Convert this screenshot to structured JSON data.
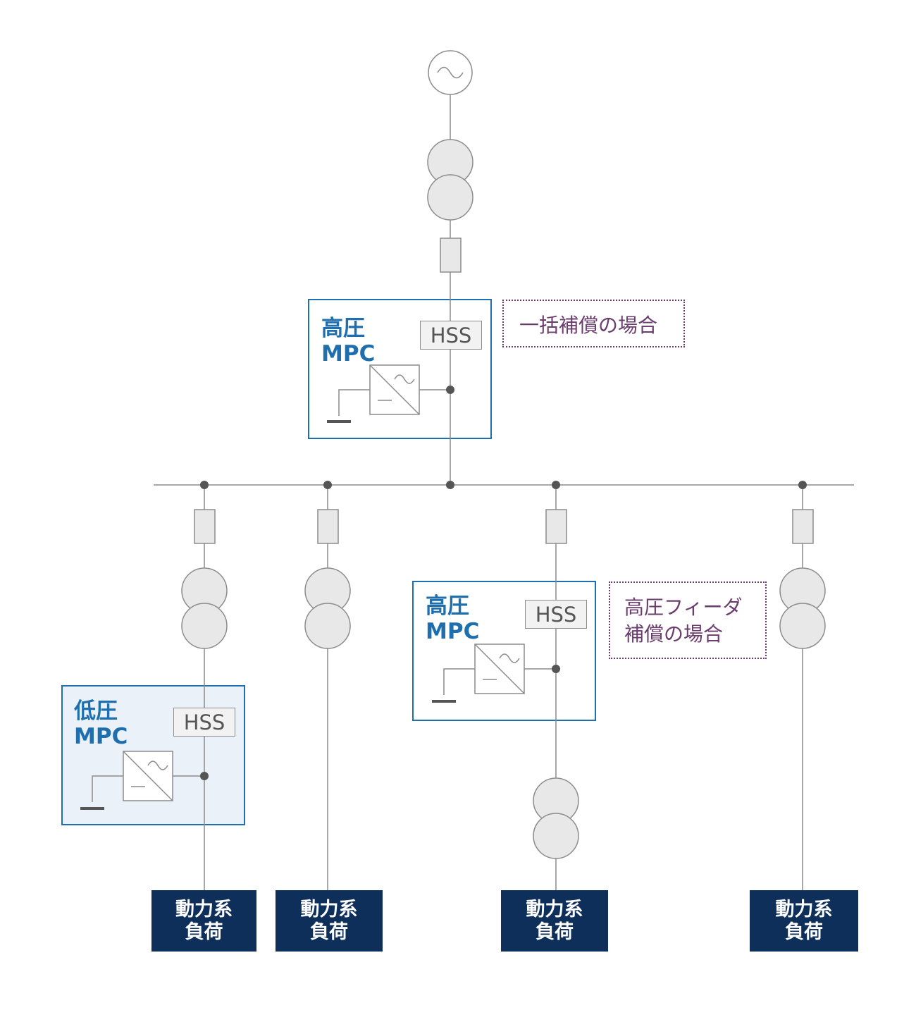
{
  "diagram": {
    "mpc_top": {
      "line1": "高圧",
      "line2": "MPC",
      "hss": "HSS"
    },
    "mpc_feeder": {
      "line1": "高圧",
      "line2": "MPC",
      "hss": "HSS"
    },
    "mpc_low": {
      "line1": "低圧",
      "line2": "MPC",
      "hss": "HSS"
    },
    "note_bulk": {
      "line1": "一括補償の場合"
    },
    "note_feeder": {
      "line1": "高圧フィーダ",
      "line2": "補償の場合"
    },
    "loads": [
      {
        "line1": "動力系",
        "line2": "負荷"
      },
      {
        "line1": "動力系",
        "line2": "負荷"
      },
      {
        "line1": "動力系",
        "line2": "負荷"
      },
      {
        "line1": "動力系",
        "line2": "負荷"
      }
    ],
    "colors": {
      "line": "#8c8c8c",
      "node": "#555555",
      "mpc_border": "#1f6fae",
      "mpc_text": "#1f6fae",
      "low_mpc_fill": "#eaf1f9",
      "note": "#6b3d6e",
      "load_fill": "#0e2f5a"
    }
  }
}
